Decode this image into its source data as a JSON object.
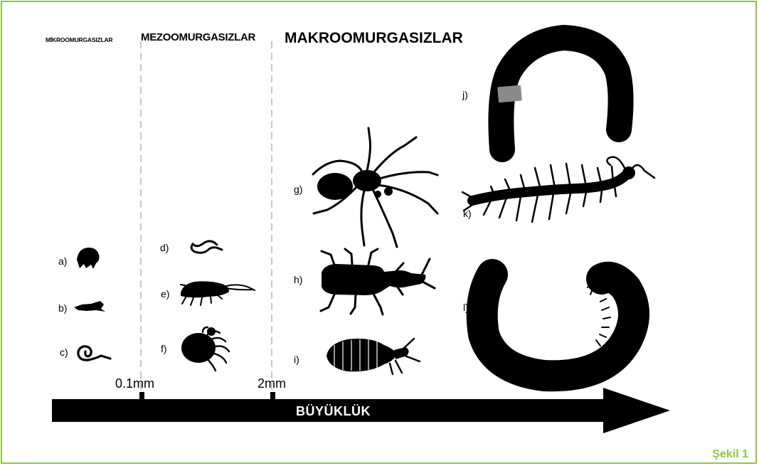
{
  "categories": {
    "micro": "MİKROOMURGASIZLAR",
    "meso": "MEZOOMURGASIZLAR",
    "macro": "MAKROOMURGASIZLAR"
  },
  "organisms": [
    {
      "label": "a)",
      "shape": "springtail-silhouette"
    },
    {
      "label": "b)",
      "shape": "rotifer-silhouette"
    },
    {
      "label": "c)",
      "shape": "nematode-coil-silhouette"
    },
    {
      "label": "d)",
      "shape": "worm-silhouette"
    },
    {
      "label": "e)",
      "shape": "springtail-long-silhouette"
    },
    {
      "label": "f)",
      "shape": "mite-silhouette"
    },
    {
      "label": "g)",
      "shape": "spider-silhouette"
    },
    {
      "label": "h)",
      "shape": "termite-silhouette"
    },
    {
      "label": "i)",
      "shape": "woodlouse-silhouette"
    },
    {
      "label": "j)",
      "shape": "earthworm-silhouette"
    },
    {
      "label": "k)",
      "shape": "centipede-silhouette"
    },
    {
      "label": "l)",
      "shape": "millipede-silhouette"
    }
  ],
  "axis": {
    "title": "BÜYÜKLÜK",
    "ticks": [
      "0.1mm",
      "2mm"
    ]
  },
  "caption": "Şekil 1",
  "colors": {
    "frame": "#8dc63f",
    "caption": "#8dc63f",
    "silhouette": "#000000",
    "divider": "#c8c8c8",
    "clitellum": "#8a8a8a"
  }
}
